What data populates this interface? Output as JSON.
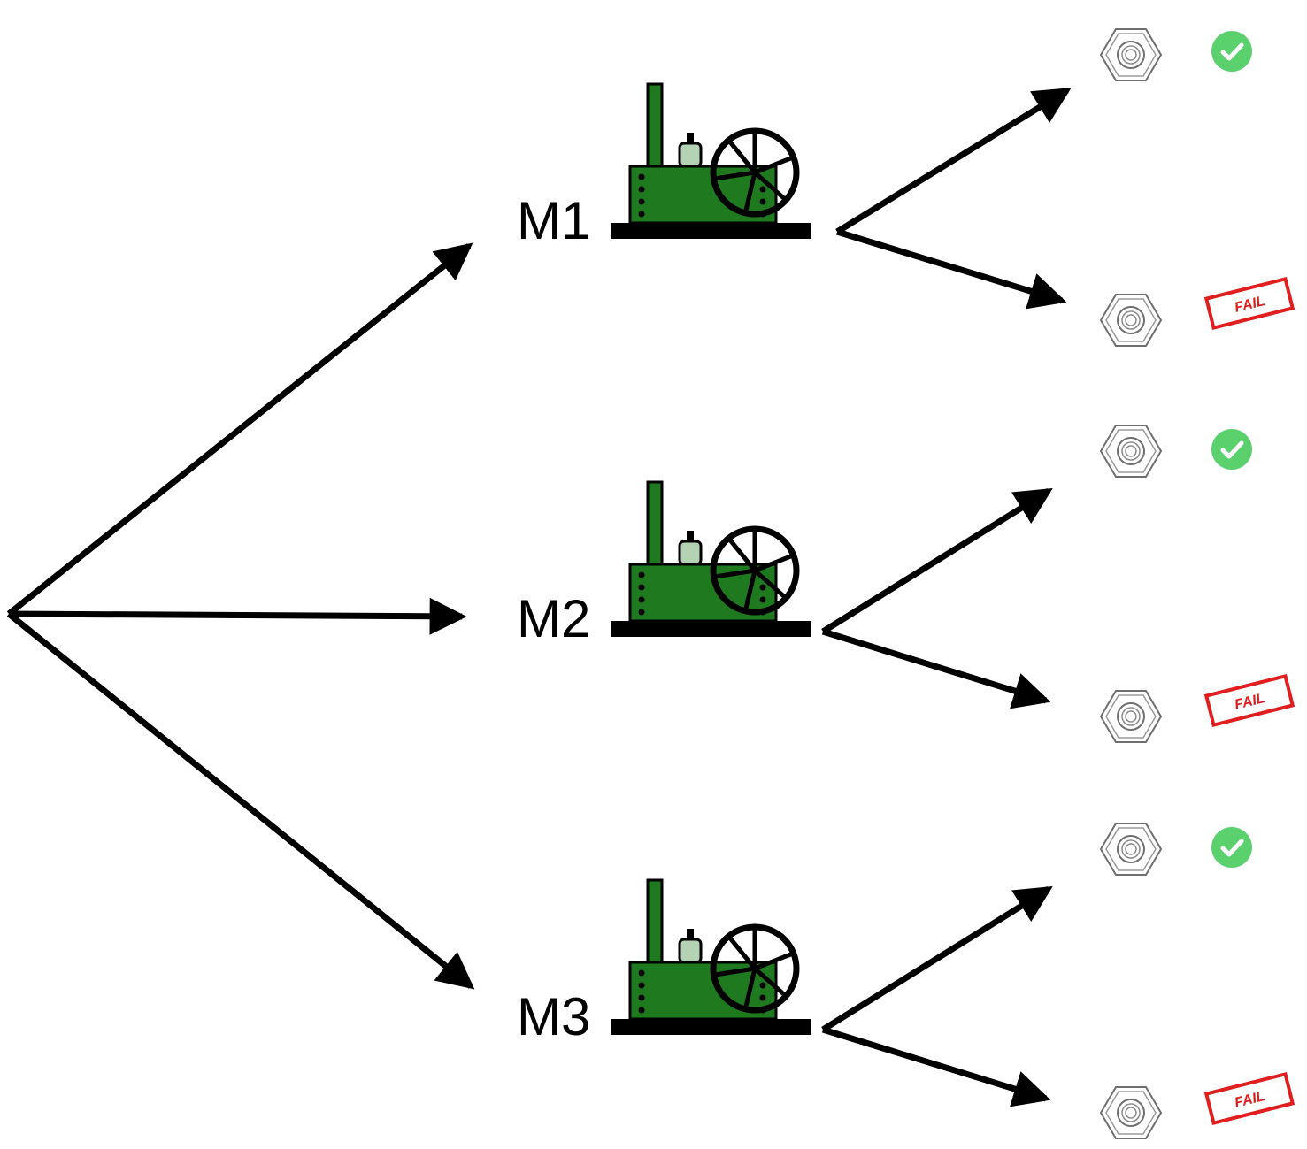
{
  "colors": {
    "machine_fill": "#1f7a1f",
    "machine_light": "#b4d2b4",
    "arrow": "#000000",
    "pass": "#5ad16c",
    "fail": "#e01e1e",
    "nut_outline": "#6f6f6f"
  },
  "icons": {
    "machine": "steam-engine-factory-icon",
    "part": "hex-nut-icon",
    "pass": "check-circle-icon",
    "fail": "fail-stamp-icon"
  },
  "machines": [
    {
      "label": "M1",
      "outcomes": [
        {
          "status": "pass"
        },
        {
          "status": "fail",
          "stamp_text": "FAIL"
        }
      ]
    },
    {
      "label": "M2",
      "outcomes": [
        {
          "status": "pass"
        },
        {
          "status": "fail",
          "stamp_text": "FAIL"
        }
      ]
    },
    {
      "label": "M3",
      "outcomes": [
        {
          "status": "pass"
        },
        {
          "status": "fail",
          "stamp_text": "FAIL"
        }
      ]
    }
  ]
}
